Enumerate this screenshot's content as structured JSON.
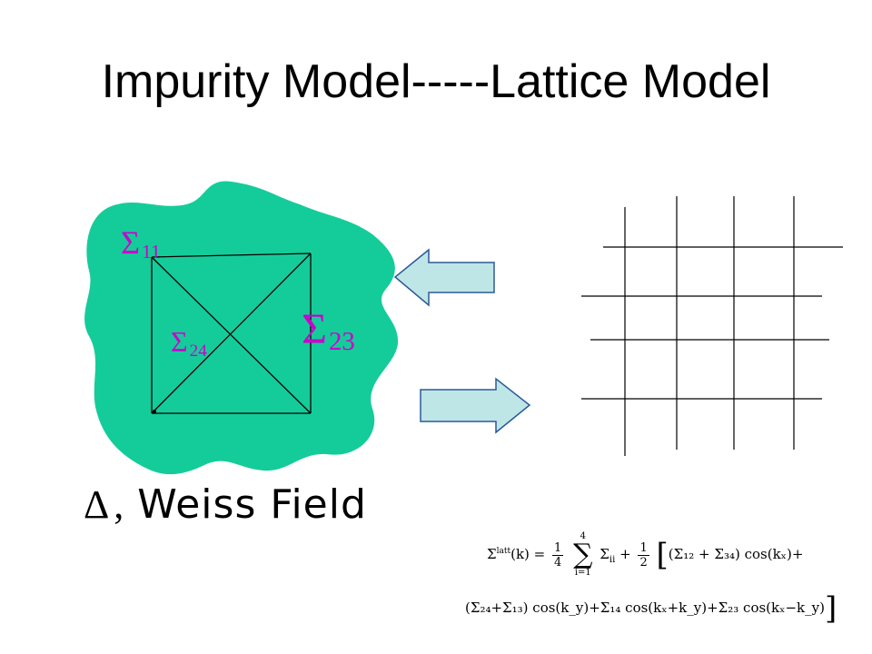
{
  "title": "Impurity Model-----Lattice Model",
  "impurity": {
    "fill_color": "#14cc9a",
    "label_color": "#cc00cc",
    "sigma_11": {
      "symbol": "Σ",
      "sub": "11"
    },
    "sigma_24": {
      "symbol": "Σ",
      "sub": "24"
    },
    "sigma_23": {
      "symbol": "Σ",
      "sub": "23"
    }
  },
  "arrows": {
    "fill_color": "#bfe6e6",
    "stroke_color": "#2a5a9a"
  },
  "weiss": {
    "delta": "Δ",
    "comma": ",",
    "label": "Weiss Field"
  },
  "formula": {
    "line1_lhs": "Σ",
    "line1_lhs_sup": "latt",
    "line1_arg": "(k) =",
    "quarter_num": "1",
    "quarter_den": "4",
    "sum_upper": "4",
    "sum_lower": "i=1",
    "sum_term": "Σ",
    "sum_term_sub": "ii",
    "half_num": "1",
    "half_den": "2",
    "line1_rest": "(Σ₁₂ + Σ₃₄) cos(kₓ)+",
    "line2": "(Σ₂₄+Σ₁₃) cos(k_y)+Σ₁₄ cos(kₓ+k_y)+Σ₂₃ cos(kₓ−k_y)"
  }
}
